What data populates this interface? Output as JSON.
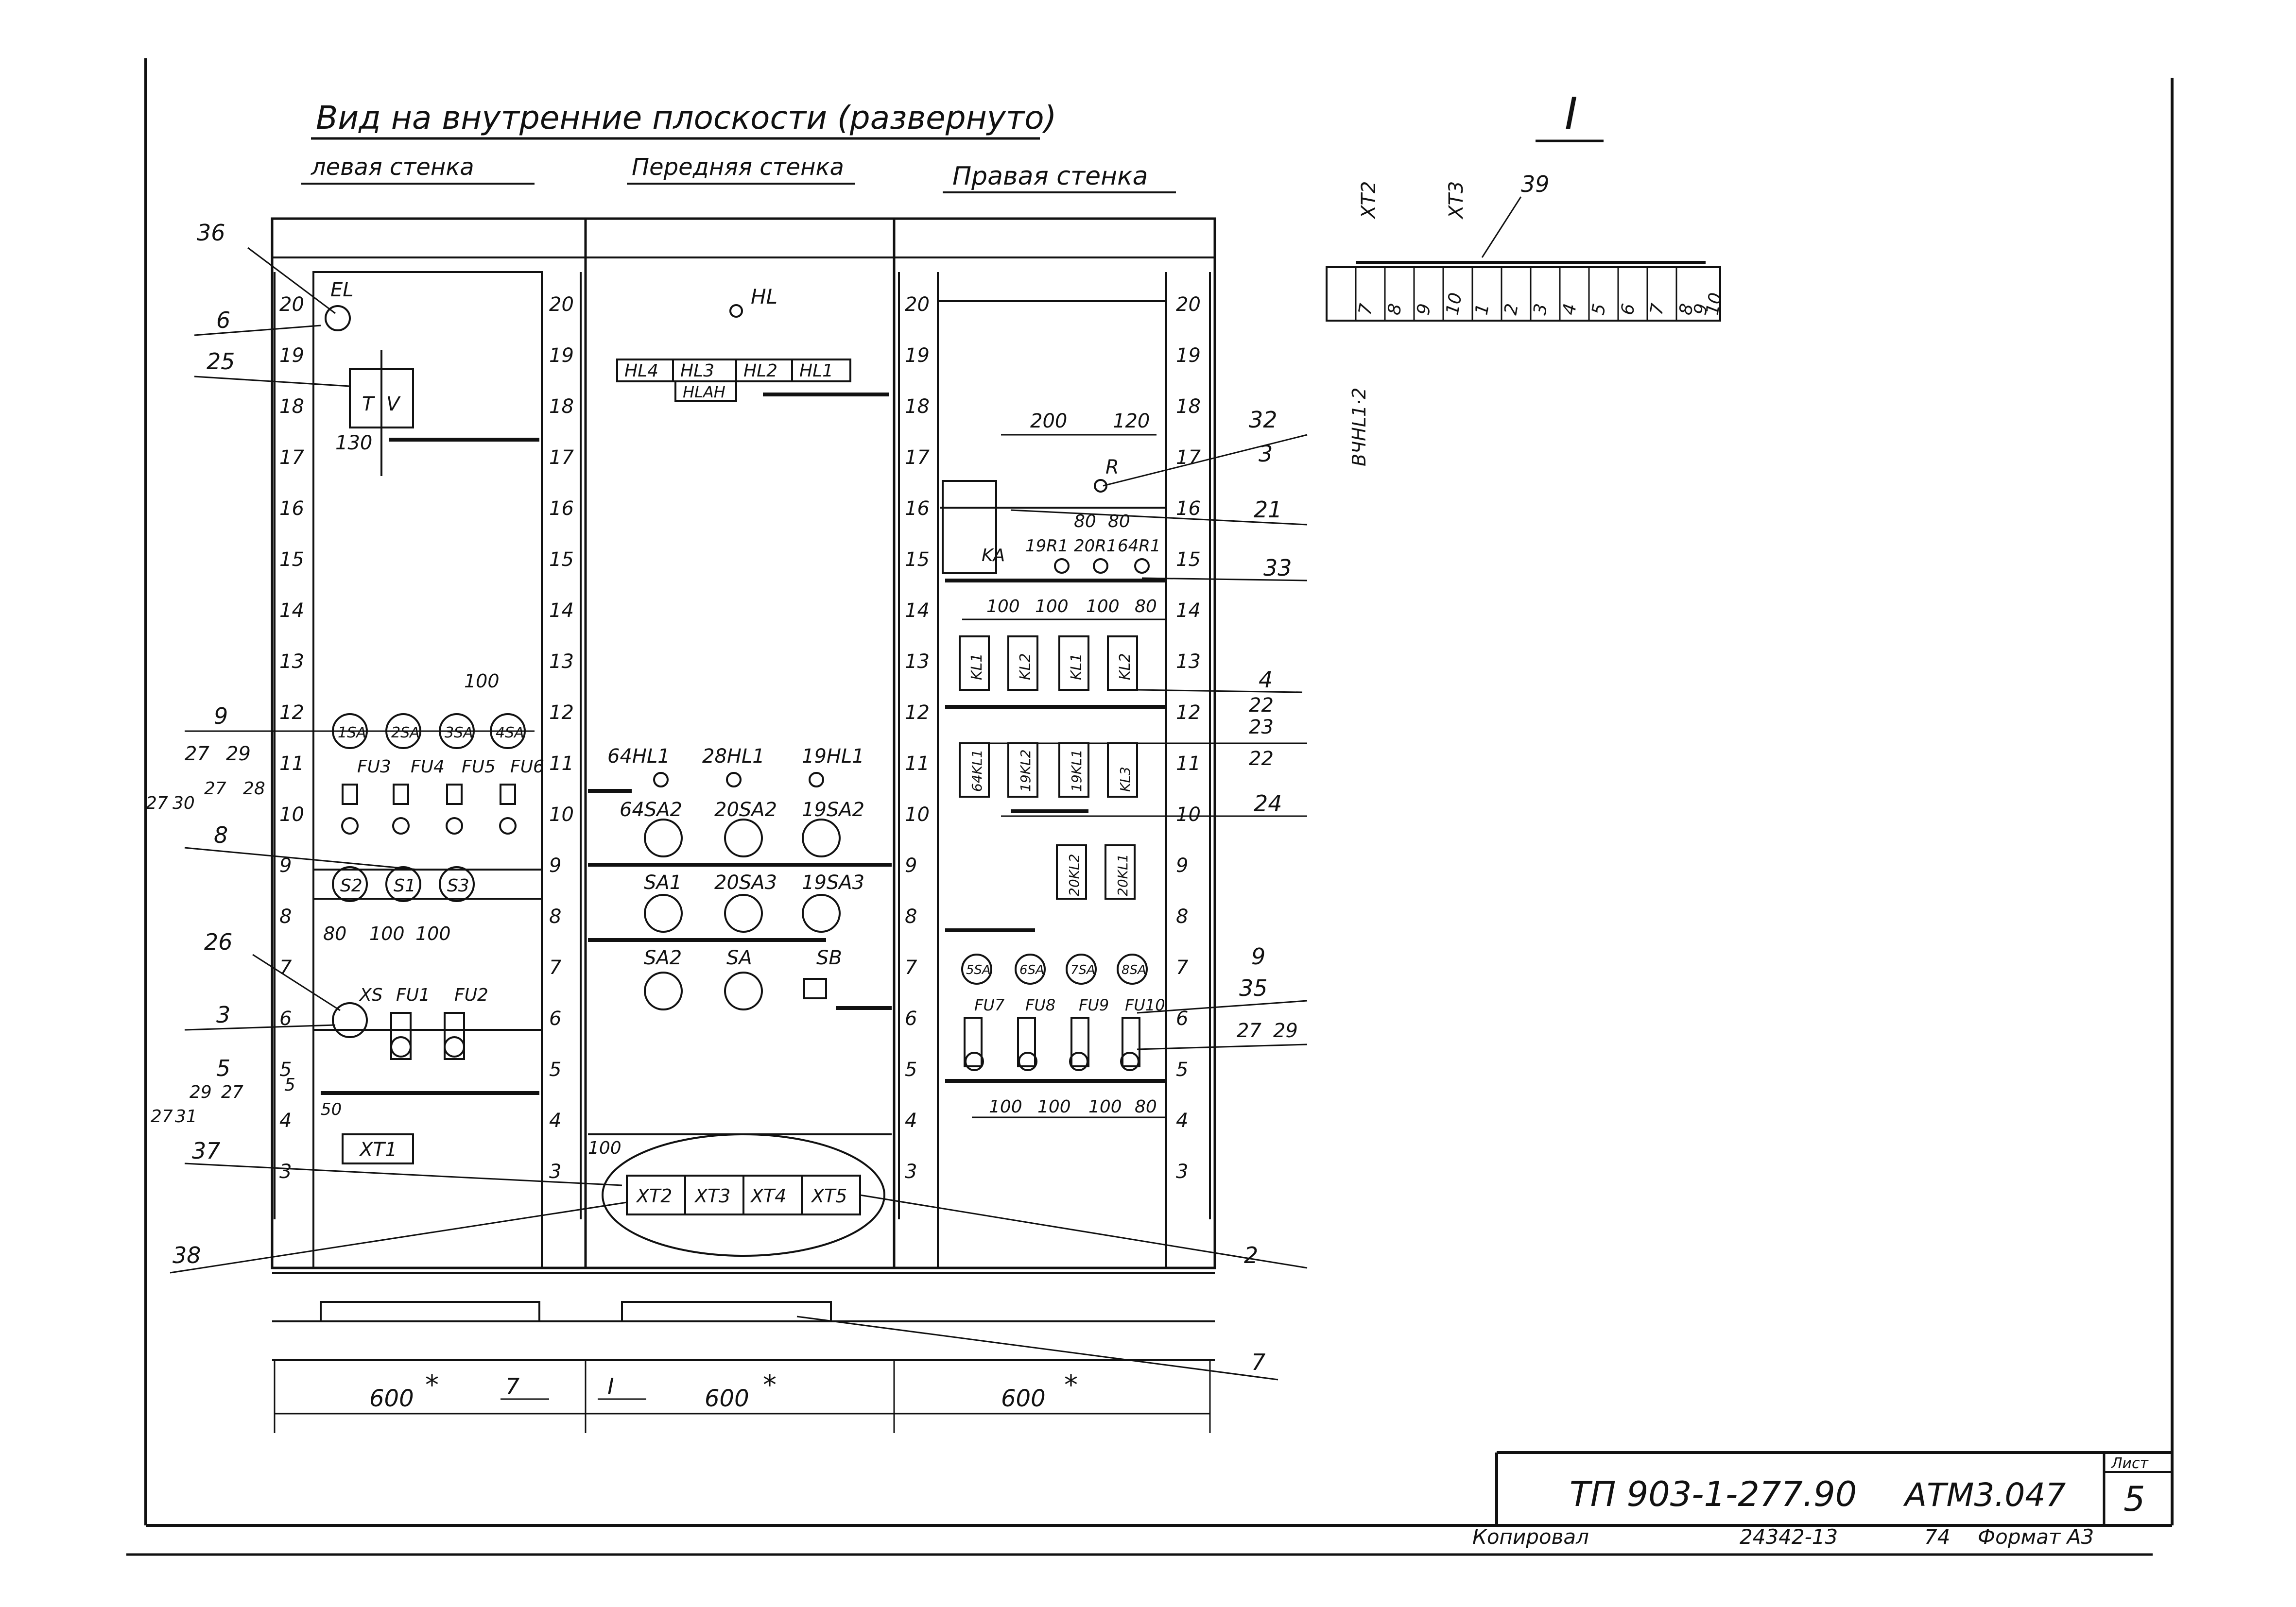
{
  "title": "Вид на внутренние плоскости (развернуто)",
  "view_mark": "I",
  "panels": {
    "left": "левая стенка",
    "front": "Передняя стенка",
    "right": "Правая стенка"
  },
  "scale_left": [
    "20",
    "19",
    "18",
    "17",
    "16",
    "15",
    "14",
    "13",
    "12",
    "11",
    "10",
    "9",
    "8",
    "7",
    "6",
    "5",
    "4",
    "3"
  ],
  "scale_right": [
    "20",
    "19",
    "18",
    "17",
    "16",
    "15",
    "14",
    "13",
    "12",
    "11",
    "10",
    "9",
    "8",
    "7",
    "6",
    "5",
    "4",
    "3"
  ],
  "left_wall": {
    "el": "EL",
    "tv": [
      "T",
      "V"
    ],
    "dim_130": "130",
    "dim_100_top": "100",
    "switches_top": [
      "1SA",
      "2SA",
      "3SA",
      "4SA"
    ],
    "fuses_top": [
      "FU3",
      "FU4",
      "FU5",
      "FU6"
    ],
    "switches_s": [
      "S2",
      "S1",
      "S3"
    ],
    "dims_mid": [
      "80",
      "100",
      "100"
    ],
    "xs": "XS",
    "fuses_bottom": [
      "FU1",
      "FU2"
    ],
    "dim_50": "50",
    "xt1": "XT1"
  },
  "front_wall": {
    "hl": "HL",
    "lamps_row": [
      "HL4",
      "HL3",
      "HL2",
      "HL1"
    ],
    "lamp_hlah": "HLАН",
    "indicators": [
      "64HL1",
      "28HL1",
      "19HL1"
    ],
    "switches_row1": [
      "64SA2",
      "20SA2",
      "19SA2"
    ],
    "switches_row2": [
      "SA1",
      "20SA3",
      "19SA3"
    ],
    "switches_row3": [
      "SA2",
      "SA",
      "SB"
    ],
    "dim_100": "100",
    "terminals": [
      "XT2",
      "XT3",
      "XT4",
      "XT5"
    ]
  },
  "right_wall": {
    "dims_top": [
      "200",
      "120"
    ],
    "r": "R",
    "dims_80": [
      "80",
      "80"
    ],
    "ka": "KA",
    "resistors": [
      "19R1",
      "20R1",
      "64R1"
    ],
    "dims_relay": [
      "100",
      "100",
      "100",
      "80"
    ],
    "relays_row1": [
      "KL1",
      "KL2",
      "KL1",
      "KL2"
    ],
    "relays_row2": [
      "64KL1",
      "19KL2",
      "19KL1",
      "KL3"
    ],
    "relays_row3": [
      "20KL2",
      "20KL1"
    ],
    "switches": [
      "5SA",
      "6SA",
      "7SA",
      "8SA"
    ],
    "fuses": [
      "FU7",
      "FU8",
      "FU9",
      "FU10"
    ],
    "dims_bottom": [
      "100",
      "100",
      "100",
      "80"
    ]
  },
  "callouts_left": [
    "36",
    "6",
    "25",
    "9",
    "27",
    "29",
    "27",
    "30",
    "27",
    "28",
    "8",
    "26",
    "3",
    "5",
    "29",
    "27",
    "5",
    "27",
    "31",
    "37",
    "38"
  ],
  "callouts_right": [
    "32",
    "3",
    "21",
    "33",
    "4",
    "22",
    "23",
    "22",
    "24",
    "9",
    "35",
    "27",
    "29",
    "2",
    "7"
  ],
  "base": {
    "dims": [
      "600",
      "600",
      "600"
    ],
    "star": "*",
    "marks": [
      "7",
      "I"
    ]
  },
  "detail_I": {
    "labels_top": [
      "XT2",
      "XT3",
      "39"
    ],
    "terminals": [
      "7",
      "8",
      "9",
      "10",
      "1",
      "2",
      "3",
      "4",
      "5",
      "6",
      "7",
      "8",
      "9",
      "10"
    ],
    "side_label": "ВЧНL1·2"
  },
  "title_block": {
    "code": "ТП 903-1-277.90",
    "doc": "АТМ3.047",
    "sheet_label": "Лист",
    "sheet": "5",
    "copied": "Копировал",
    "number": "24342-13",
    "num2": "74",
    "format": "Формат А3"
  }
}
